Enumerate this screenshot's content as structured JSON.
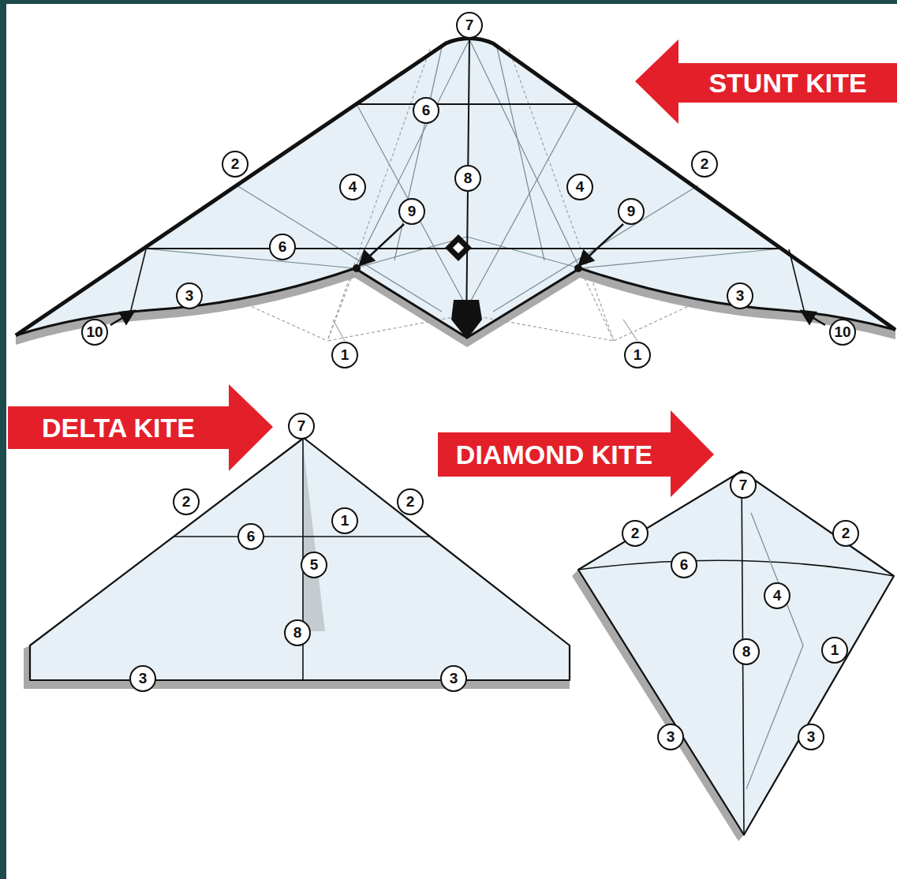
{
  "diagram": {
    "nodes": [
      {
        "text": [
          "STUNT KITE"
        ]
      },
      {
        "text": [
          "DELTA KITE"
        ]
      },
      {
        "text": [
          "DIAMOND KITE"
        ]
      }
    ],
    "labels": [
      "7",
      "6",
      "2",
      "2",
      "8",
      "4",
      "4",
      "9",
      "9",
      "6",
      "3",
      "3",
      "10",
      "10",
      "1",
      "1",
      "7",
      "2",
      "2",
      "1",
      "6",
      "5",
      "8",
      "3",
      "3",
      "7",
      "2",
      "2",
      "6",
      "4",
      "1",
      "8",
      "3",
      "3"
    ]
  }
}
